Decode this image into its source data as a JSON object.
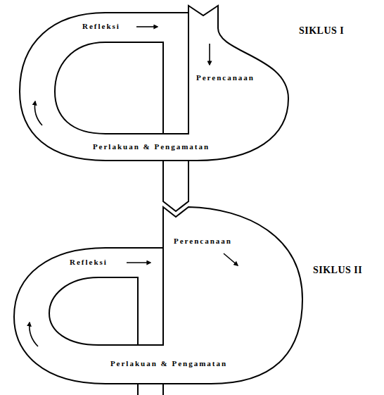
{
  "diagram": {
    "labels": [
      "Refleksi",
      "SIKLUS I",
      "Perencanaan",
      "Perlakuan & Pengamatan",
      "Perencanaan",
      "Refleksi",
      "SIKLUS II",
      "Perlakuan & Pengamatan"
    ]
  }
}
